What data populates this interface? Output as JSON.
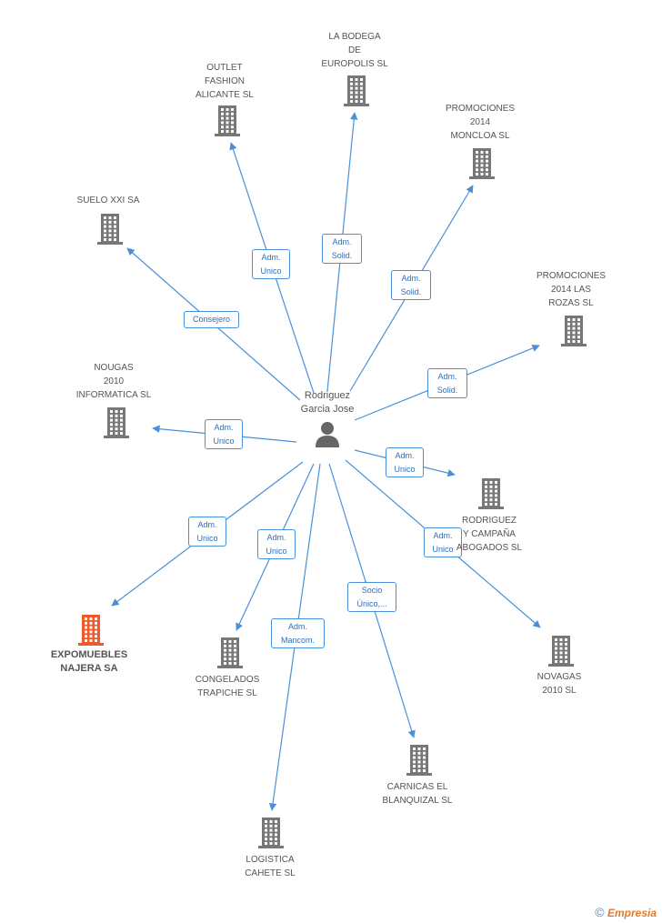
{
  "person": {
    "name": "Rodriguez\nGarcia Jose"
  },
  "companies": [
    {
      "name": "OUTLET\nFASHION\nALICANTE SL"
    },
    {
      "name": "LA BODEGA\nDE\nEUROPOLIS SL"
    },
    {
      "name": "PROMOCIONES\n2014\nMONCLOA  SL"
    },
    {
      "name": "SUELO XXI SA"
    },
    {
      "name": "PROMOCIONES\n2014 LAS\nROZAS  SL"
    },
    {
      "name": "NOUGAS\n2010\nINFORMATICA SL"
    },
    {
      "name": "RODRIGUEZ\nY CAMPAÑA\nABOGADOS SL"
    },
    {
      "name": "EXPOMUEBLES\nNAJERA SA",
      "highlight": true
    },
    {
      "name": "CONGELADOS\nTRAPICHE SL"
    },
    {
      "name": "NOVAGAS\n2010 SL"
    },
    {
      "name": "CARNICAS EL\nBLANQUIZAL SL"
    },
    {
      "name": "LOGISTICA\nCAHETE  SL"
    }
  ],
  "edges": [
    {
      "label": "Adm.\nUnico"
    },
    {
      "label": "Adm.\nSolid."
    },
    {
      "label": "Adm.\nSolid."
    },
    {
      "label": "Consejero"
    },
    {
      "label": "Adm.\nSolid."
    },
    {
      "label": "Adm.\nUnico"
    },
    {
      "label": "Adm.\nUnico"
    },
    {
      "label": "Adm.\nUnico"
    },
    {
      "label": "Adm.\nUnico"
    },
    {
      "label": "Adm.\nUnico"
    },
    {
      "label": "Socio\nÚnico,..."
    },
    {
      "label": "Adm.\nMancom."
    }
  ],
  "colors": {
    "edge": "#4a90d9",
    "building": "#777777",
    "highlight": "#f05a2a"
  },
  "icons": {
    "company": "building-icon",
    "person": "person-icon"
  },
  "copyright": {
    "symbol": "©",
    "brand": "Empresia"
  }
}
